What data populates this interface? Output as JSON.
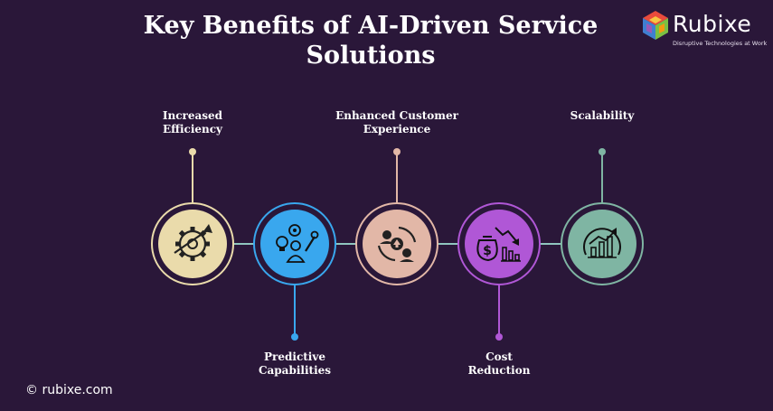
{
  "title": "Key Benefits of AI-Driven Service Solutions",
  "brand": {
    "name": "Rubixe",
    "tagline": "Disruptive Technologies at Work"
  },
  "footer": "© rubixe.com",
  "colors": {
    "background": "#2a1739",
    "connector": "#8fc5bf"
  },
  "steps": [
    {
      "label": "Increased\nEfficiency",
      "icon": "gear-growth-icon",
      "color": "#eadbab",
      "position": "top"
    },
    {
      "label": "Predictive\nCapabilities",
      "icon": "idea-person-tools-icon",
      "color": "#39a7ee",
      "position": "bottom"
    },
    {
      "label": "Enhanced Customer\nExperience",
      "icon": "customer-cycle-icon",
      "color": "#e2b7a7",
      "position": "top"
    },
    {
      "label": "Cost\nReduction",
      "icon": "money-decline-icon",
      "color": "#b057d6",
      "position": "bottom"
    },
    {
      "label": "Scalability",
      "icon": "growth-chart-icon",
      "color": "#7fb5a3",
      "position": "top"
    }
  ]
}
